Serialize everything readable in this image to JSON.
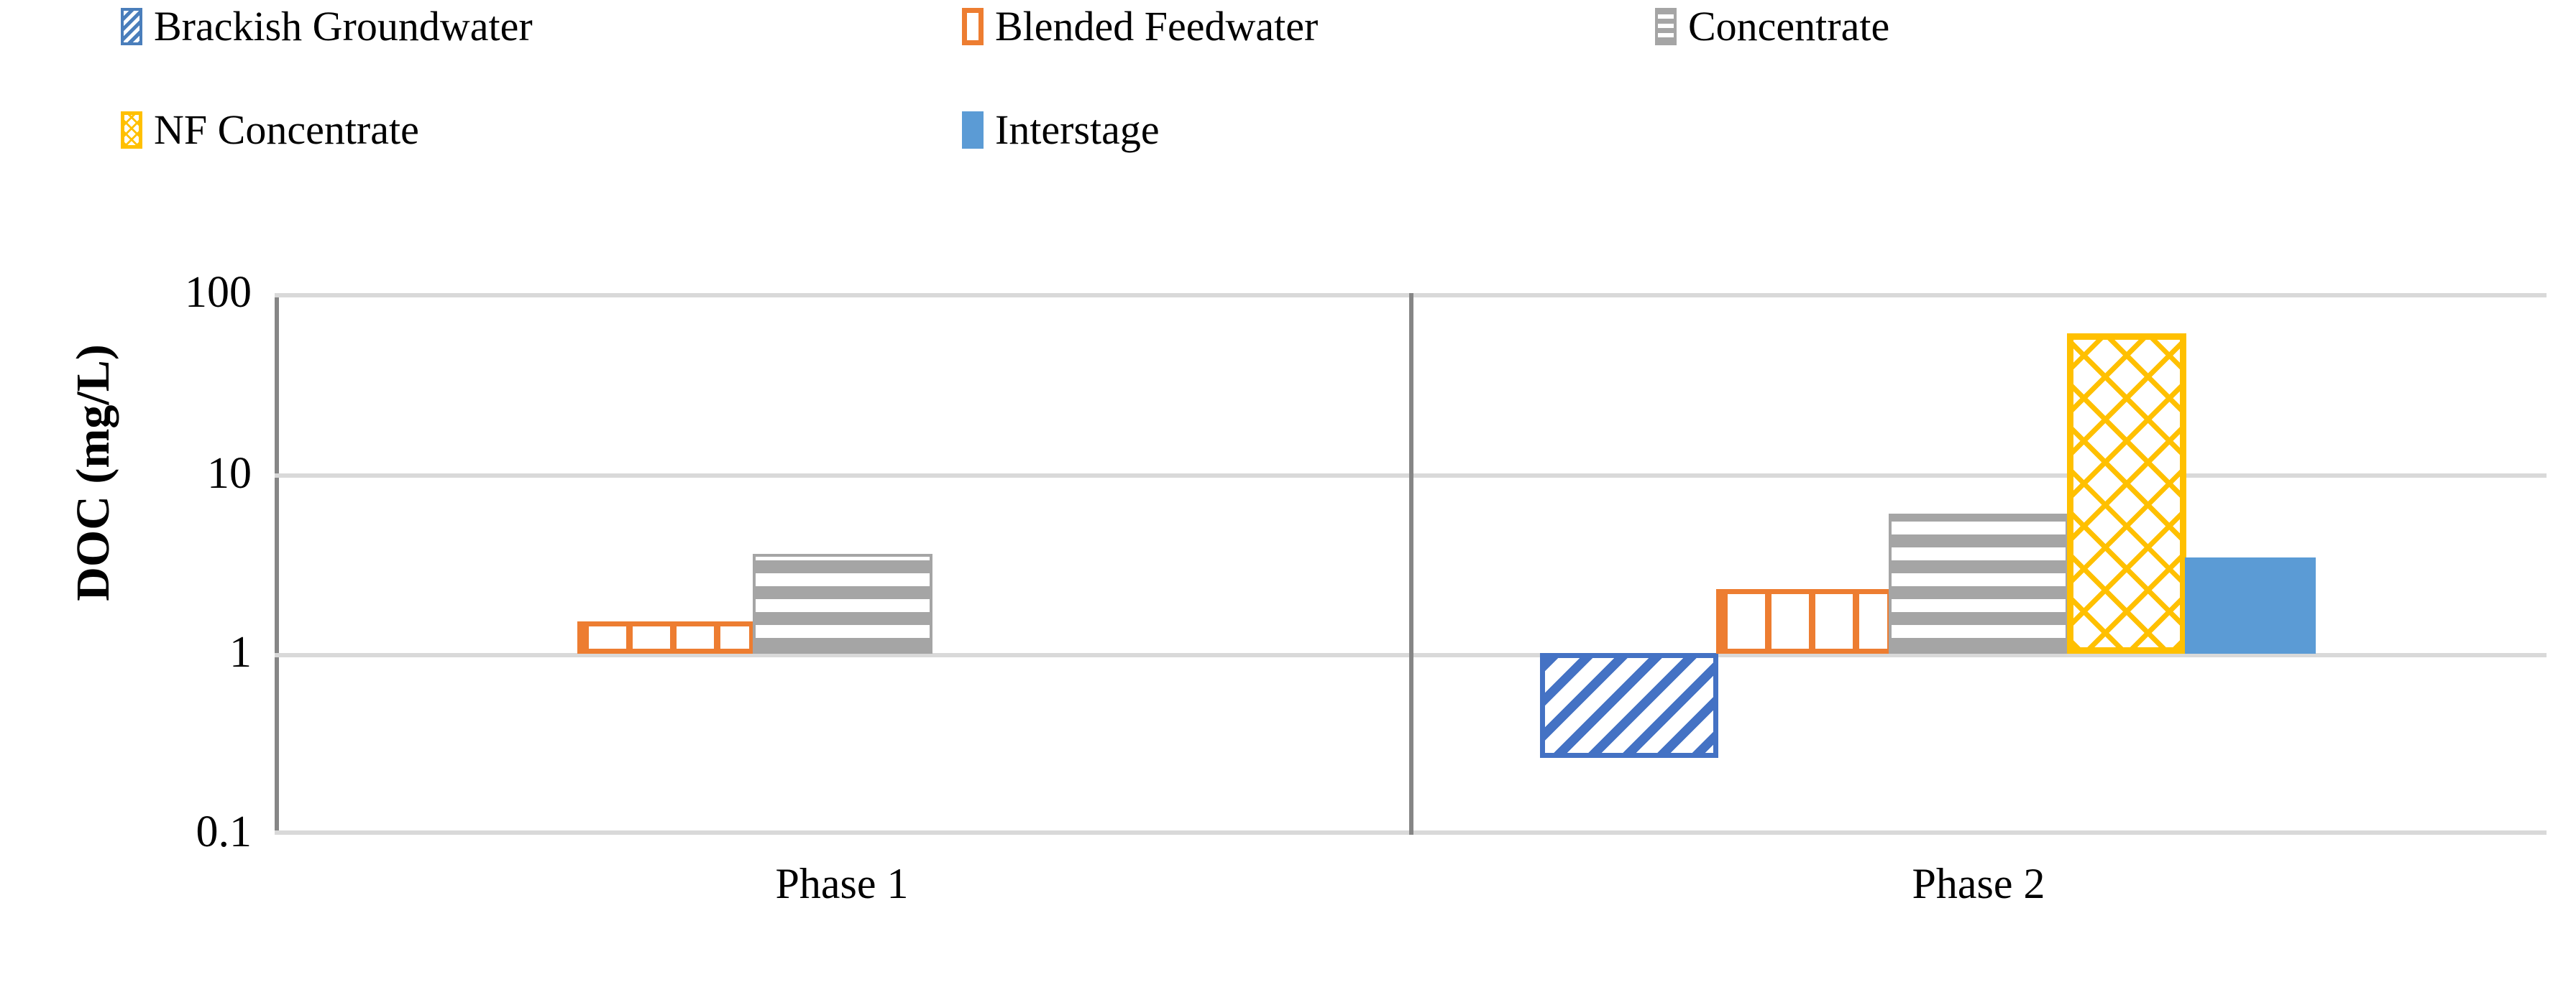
{
  "chart_data": {
    "type": "bar",
    "title": "",
    "xlabel": "",
    "ylabel": "DOC (mg/L)",
    "categories": [
      "Phase 1",
      "Phase 2"
    ],
    "yscale": "log",
    "ylim": [
      0.1,
      100
    ],
    "ytick_labels": [
      "100",
      "10",
      "1",
      "0.1"
    ],
    "ytick_values": [
      100,
      10,
      1,
      0.1
    ],
    "grid": true,
    "legend_position": "top",
    "baseline": 1,
    "series": [
      {
        "name": "Brackish Groundwater",
        "color": "#4472C4",
        "pattern": "diagonal-stripe",
        "values": [
          null,
          0.26
        ]
      },
      {
        "name": "Blended Feedwater",
        "color": "#ED7D31",
        "pattern": "grid",
        "values": [
          1.5,
          2.3
        ]
      },
      {
        "name": "Concentrate",
        "color": "#A5A5A5",
        "pattern": "horizontal-stripe",
        "values": [
          3.6,
          6.0
        ]
      },
      {
        "name": "NF Concentrate",
        "color": "#FFC000",
        "pattern": "crosshatch",
        "values": [
          null,
          56
        ]
      },
      {
        "name": "Interstage",
        "color": "#5B9BD5",
        "pattern": "solid",
        "values": [
          null,
          2.7
        ]
      }
    ]
  },
  "legend": {
    "items": [
      {
        "label": "Brackish Groundwater",
        "swatch": "brackish-swatch-icon"
      },
      {
        "label": "Blended Feedwater",
        "swatch": "blended-feedwater-swatch-icon"
      },
      {
        "label": "Concentrate",
        "swatch": "concentrate-swatch-icon"
      },
      {
        "label": "NF Concentrate",
        "swatch": "nf-concentrate-swatch-icon"
      },
      {
        "label": "Interstage",
        "swatch": "interstage-swatch-icon"
      }
    ]
  },
  "axes": {
    "y_title": "DOC (mg/L)",
    "y_ticks": [
      "100",
      "10",
      "1",
      "0.1"
    ],
    "x_categories": [
      "Phase 1",
      "Phase 2"
    ]
  }
}
